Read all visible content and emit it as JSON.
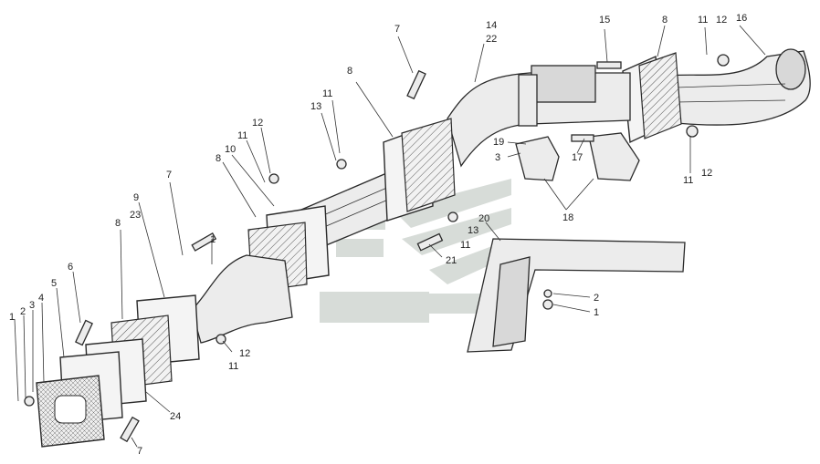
{
  "callouts": {
    "c14": "14",
    "c22": "22",
    "c15": "15",
    "c8a": "8",
    "c11a": "11",
    "c12a": "12",
    "c16": "16",
    "c7a": "7",
    "c8b": "8",
    "c11b": "11",
    "c13a": "13",
    "c12b": "12",
    "c10": "10",
    "c8c": "8",
    "c19": "19",
    "c3a": "3",
    "c17": "17",
    "c11c": "11",
    "c12c": "12",
    "c18": "18",
    "c7b": "7",
    "c9": "9",
    "c23": "23",
    "c8d": "8",
    "c1a": "1",
    "c20": "20",
    "c13b": "13",
    "c11d": "11",
    "c21": "21",
    "c6": "6",
    "c5": "5",
    "c4": "4",
    "c3b": "3",
    "c2a": "2",
    "c1b": "1",
    "c2b": "2",
    "c1c": "1",
    "c12d": "12",
    "c11e": "11",
    "c24": "24",
    "c7c": "7"
  },
  "colors": {
    "line": "#2a2a2a",
    "watermark": "#c9d0cb"
  }
}
